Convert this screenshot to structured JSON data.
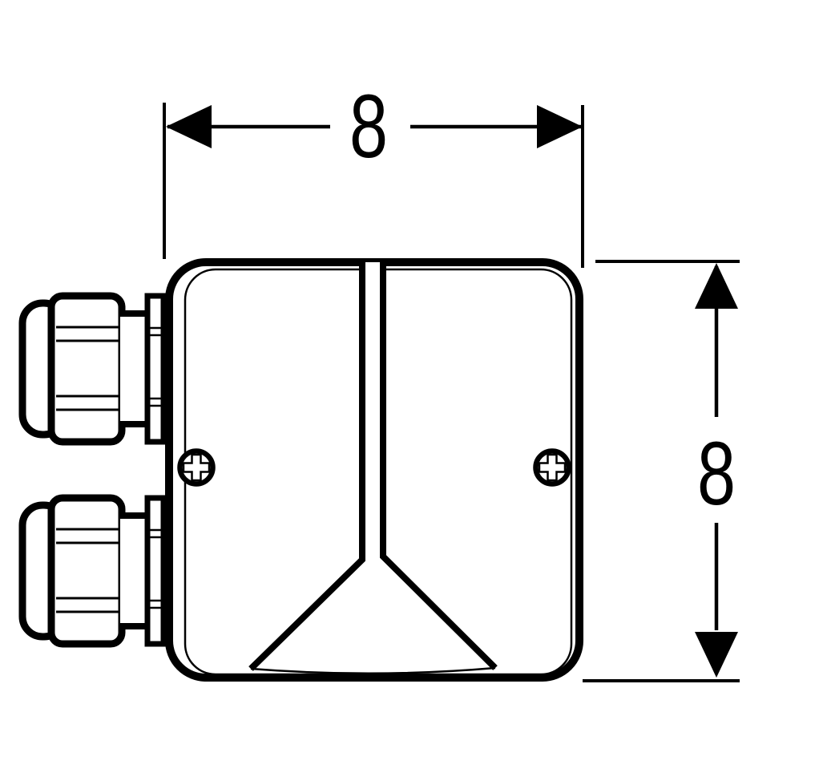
{
  "drawing": {
    "type": "technical-dimension-drawing",
    "subject": "junction-box-with-two-cable-glands",
    "background_color": "#ffffff",
    "line_color": "#000000",
    "dimensions": {
      "width": {
        "label": "8",
        "orientation": "horizontal",
        "position": "top"
      },
      "height": {
        "label": "8",
        "orientation": "vertical",
        "position": "right"
      }
    },
    "parts": {
      "enclosure": "square box with rounded corners, lid seam line, center cable channel with funnel outlet",
      "screws": 2,
      "cable_glands": 2
    }
  }
}
